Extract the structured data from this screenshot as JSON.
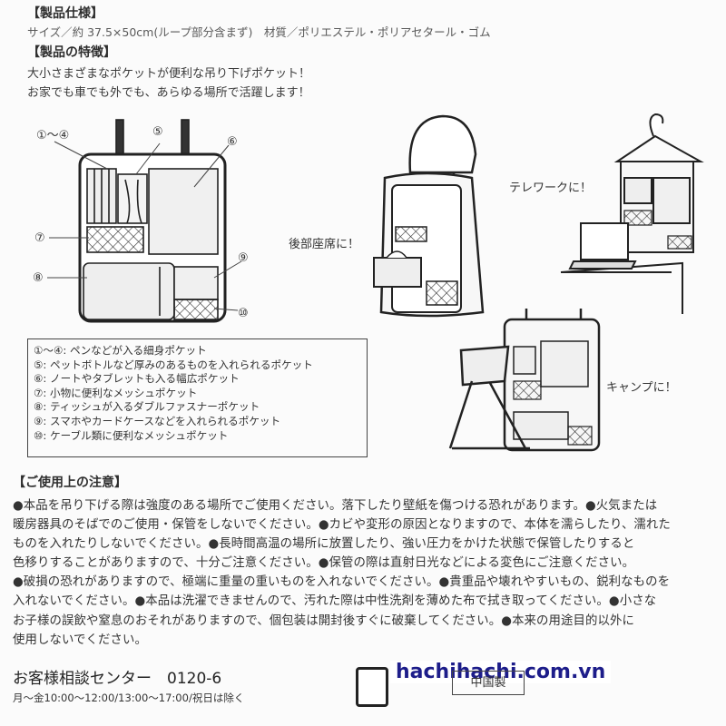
{
  "spec": {
    "heading": "【製品仕様】",
    "line": "サイズ／約 37.5×50cm(ループ部分含まず)　材質／ポリエステル・ポリアセタール・ゴム"
  },
  "features": {
    "heading": "【製品の特徴】",
    "lines": [
      "大小さまざまなポケットが便利な吊り下げポケット！",
      "お家でも車でも外でも、あらゆる場所で活躍します！"
    ]
  },
  "diagram_labels": {
    "l1": "①～④",
    "l5": "⑤",
    "l6": "⑥",
    "l7": "⑦",
    "l8": "⑧",
    "l9": "⑨",
    "l10": "⑩"
  },
  "usage": {
    "car": "後部座席に！",
    "telework": "テレワークに！",
    "camp": "キャンプに！"
  },
  "legend": [
    "①～④: ペンなどが入る細身ポケット",
    "⑤: ペットボトルなど厚みのあるものを入れられるポケット",
    "⑥: ノートやタブレットも入る幅広ポケット",
    "⑦: 小物に便利なメッシュポケット",
    "⑧: ティッシュが入るダブルファスナーポケット",
    "⑨: スマホやカードケースなどを入れられるポケット",
    "⑩: ケーブル類に便利なメッシュポケット"
  ],
  "notes": {
    "heading": "【ご使用上の注意】",
    "lines": [
      "●本品を吊り下げる際は強度のある場所でご使用ください。落下したり壁紙を傷つける恐れがあります。●火気または",
      "暖房器具のそばでのご使用・保管をしないでください。●カビや変形の原因となりますので、本体を濡らしたり、濡れた",
      "ものを入れたりしないでください。●長時間高温の場所に放置したり、強い圧力をかけた状態で保管したりすると",
      "色移りすることがありますので、十分ご注意ください。●保管の際は直射日光などによる変色にご注意ください。",
      "●破損の恐れがありますので、極端に重量の重いものを入れないでください。●貴重品や壊れやすいもの、鋭利なものを",
      "入れないでください。●本品は洗濯できませんので、汚れた際は中性洗剤を薄めた布で拭き取ってください。●小さな",
      "お子様の誤飲や窒息のおそれがありますので、個包装は開封後すぐに破棄してください。●本来の用途目的以外に",
      "使用しないでください。"
    ]
  },
  "footer": {
    "center": "お客様相談センター　0120-6",
    "hours": "月～金10:00～12:00/13:00～17:00/祝日は除く",
    "origin": "中国製"
  },
  "watermark": "hachihachi.com.vn"
}
